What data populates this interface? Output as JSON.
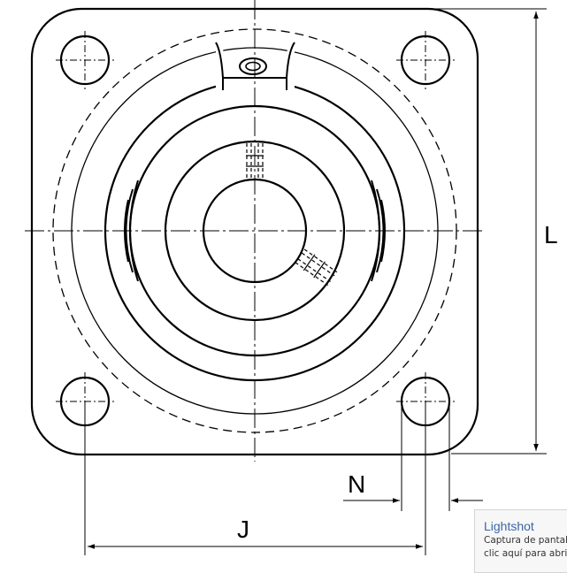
{
  "diagram": {
    "dimension_labels": {
      "height": "L",
      "bolt_spacing": "J",
      "bolt_hole": "N"
    }
  },
  "tooltip": {
    "title": "Lightshot",
    "line1": "Captura de pantal",
    "line2": "clic aquí para abri"
  },
  "colors": {
    "ink": "#000000",
    "tooltip_title": "#3a66a8"
  }
}
